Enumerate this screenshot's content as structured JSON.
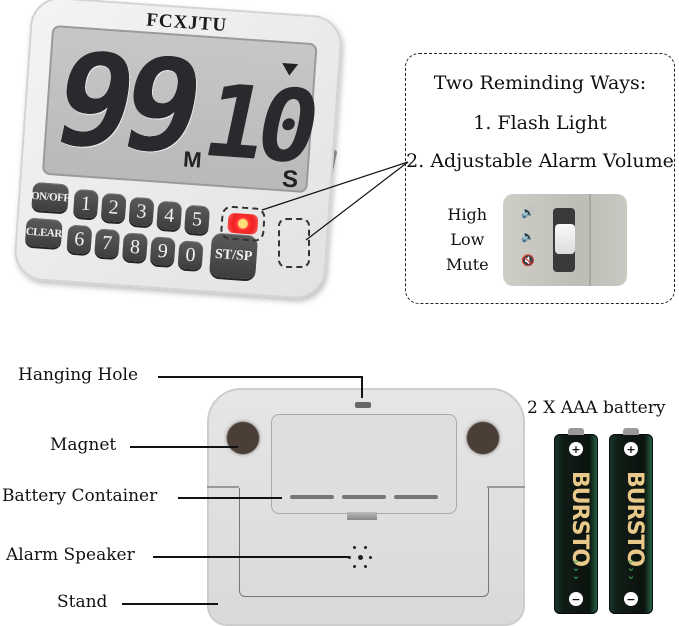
{
  "front": {
    "brand": "FCXJTU",
    "display": {
      "minutes": "99",
      "minutes_unit": "M",
      "seconds": "10",
      "seconds_unit": "S"
    },
    "keys_row1": [
      "ON/OFF",
      "1",
      "2",
      "3",
      "4",
      "5"
    ],
    "keys_row2": [
      "CLEAR",
      "6",
      "7",
      "8",
      "9",
      "0"
    ],
    "start_stop_key": "ST/SP"
  },
  "info_box": {
    "title": "Two Reminding Ways:",
    "item1": "1. Flash Light",
    "item2": "2. Adjustable Alarm Volume",
    "volume_levels": [
      "High",
      "Low",
      "Mute"
    ],
    "volume_icons": [
      "speaker-high-icon",
      "speaker-low-icon",
      "speaker-mute-icon"
    ]
  },
  "back": {
    "labels": {
      "hanging_hole": "Hanging Hole",
      "magnet": "Magnet",
      "battery_container": "Battery Container",
      "alarm_speaker": "Alarm Speaker",
      "stand": "Stand"
    }
  },
  "batteries": {
    "caption": "2 X AAA battery",
    "brand": "BURSTO",
    "count": 2,
    "plus": "+",
    "minus": "−"
  },
  "colors": {
    "led_red": "#ff3030",
    "key_gray": "#4a4a4c",
    "lcd_gray": "#c0c0c0",
    "battery_gold": "#e9c98a",
    "battery_green": "#2faa55"
  }
}
